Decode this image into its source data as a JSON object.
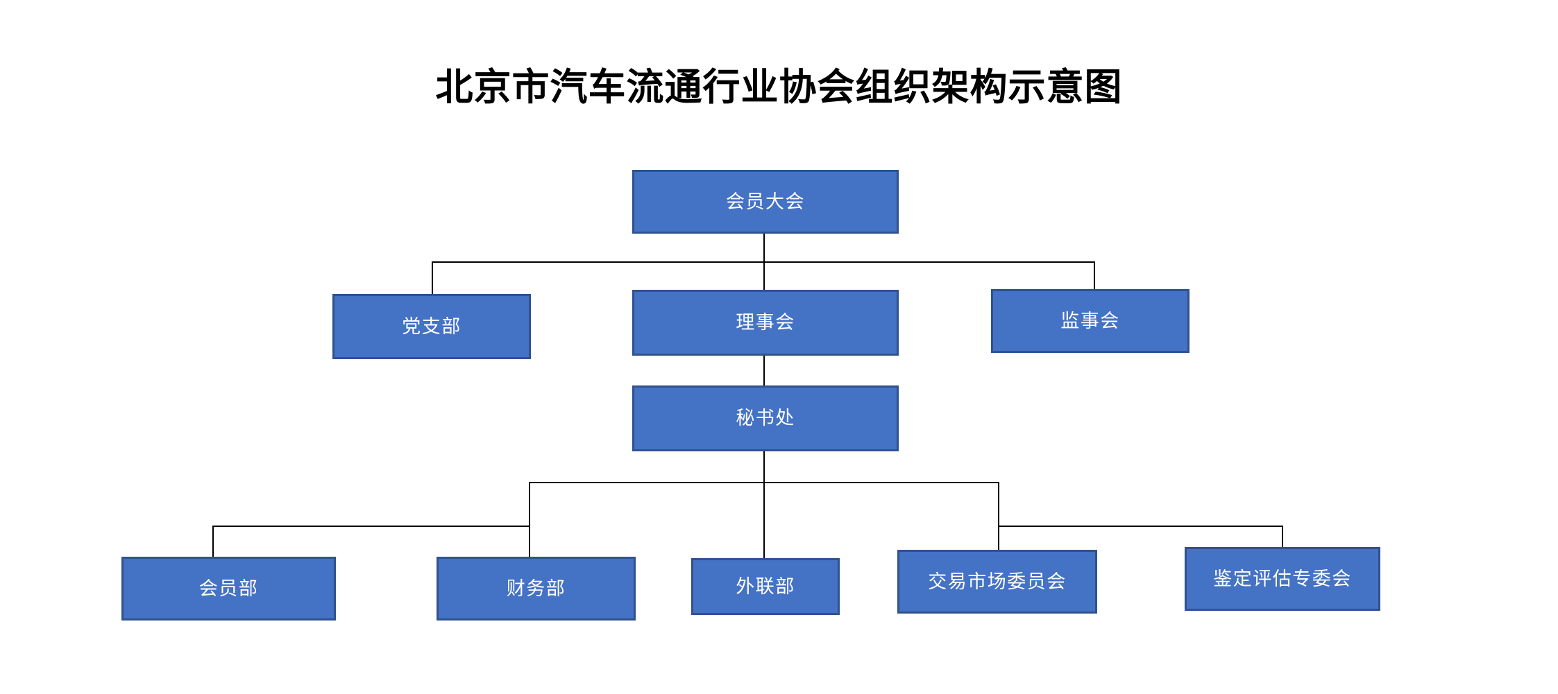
{
  "title": "北京市汽车流通行业协会组织架构示意图",
  "colors": {
    "node_fill": "#4472C4",
    "node_border": "#2F528F",
    "node_text": "#FFFFFF",
    "connector": "#000000",
    "background": "#FFFFFF",
    "title_text": "#000000"
  },
  "chart_data": {
    "type": "diagram",
    "diagram_type": "org-chart",
    "title": "北京市汽车流通行业协会组织架构示意图",
    "orientation": "top-down",
    "levels": 4,
    "nodes": [
      {
        "id": "general-assembly",
        "label": "会员大会",
        "level": 1,
        "parent": null
      },
      {
        "id": "party-branch",
        "label": "党支部",
        "level": 2,
        "parent": "general-assembly"
      },
      {
        "id": "board-directors",
        "label": "理事会",
        "level": 2,
        "parent": "general-assembly"
      },
      {
        "id": "board-supervisors",
        "label": "监事会",
        "level": 2,
        "parent": "general-assembly"
      },
      {
        "id": "secretariat",
        "label": "秘书处",
        "level": 3,
        "parent": "board-directors"
      },
      {
        "id": "membership-dept",
        "label": "会员部",
        "level": 4,
        "parent": "secretariat"
      },
      {
        "id": "finance-dept",
        "label": "财务部",
        "level": 4,
        "parent": "secretariat"
      },
      {
        "id": "liaison-dept",
        "label": "外联部",
        "level": 4,
        "parent": "secretariat"
      },
      {
        "id": "market-committee",
        "label": "交易市场委员会",
        "level": 4,
        "parent": "secretariat"
      },
      {
        "id": "appraisal-committee",
        "label": "鉴定评估专委会",
        "level": 4,
        "parent": "secretariat"
      }
    ],
    "edges": [
      {
        "from": "general-assembly",
        "to": "party-branch"
      },
      {
        "from": "general-assembly",
        "to": "board-directors"
      },
      {
        "from": "general-assembly",
        "to": "board-supervisors"
      },
      {
        "from": "board-directors",
        "to": "secretariat"
      },
      {
        "from": "secretariat",
        "to": "membership-dept"
      },
      {
        "from": "secretariat",
        "to": "finance-dept"
      },
      {
        "from": "secretariat",
        "to": "liaison-dept"
      },
      {
        "from": "secretariat",
        "to": "market-committee"
      },
      {
        "from": "secretariat",
        "to": "appraisal-committee"
      }
    ]
  }
}
